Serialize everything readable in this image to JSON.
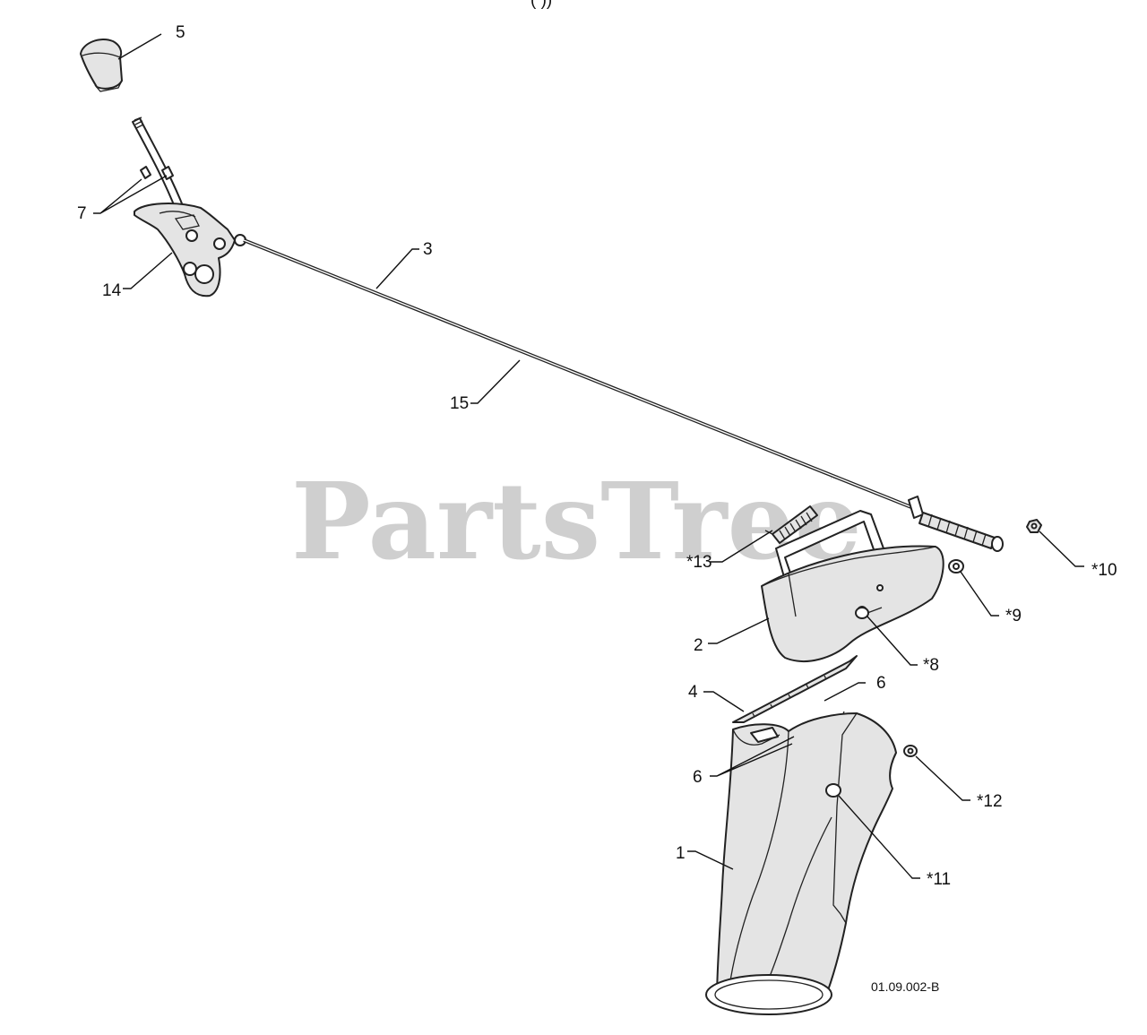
{
  "header": {
    "partial_text": "(                  ))"
  },
  "watermark": {
    "text": "PartsTree",
    "trademark": "™"
  },
  "callouts": {
    "c1": "1",
    "c2": "2",
    "c3": "3",
    "c4": "4",
    "c5": "5",
    "c6a": "6",
    "c6b": "6",
    "c7": "7",
    "c8": "*8",
    "c9": "*9",
    "c10": "*10",
    "c11": "*11",
    "c12": "*12",
    "c13": "*13",
    "c14": "14",
    "c15": "15"
  },
  "reference_code": "01.09.002-B"
}
